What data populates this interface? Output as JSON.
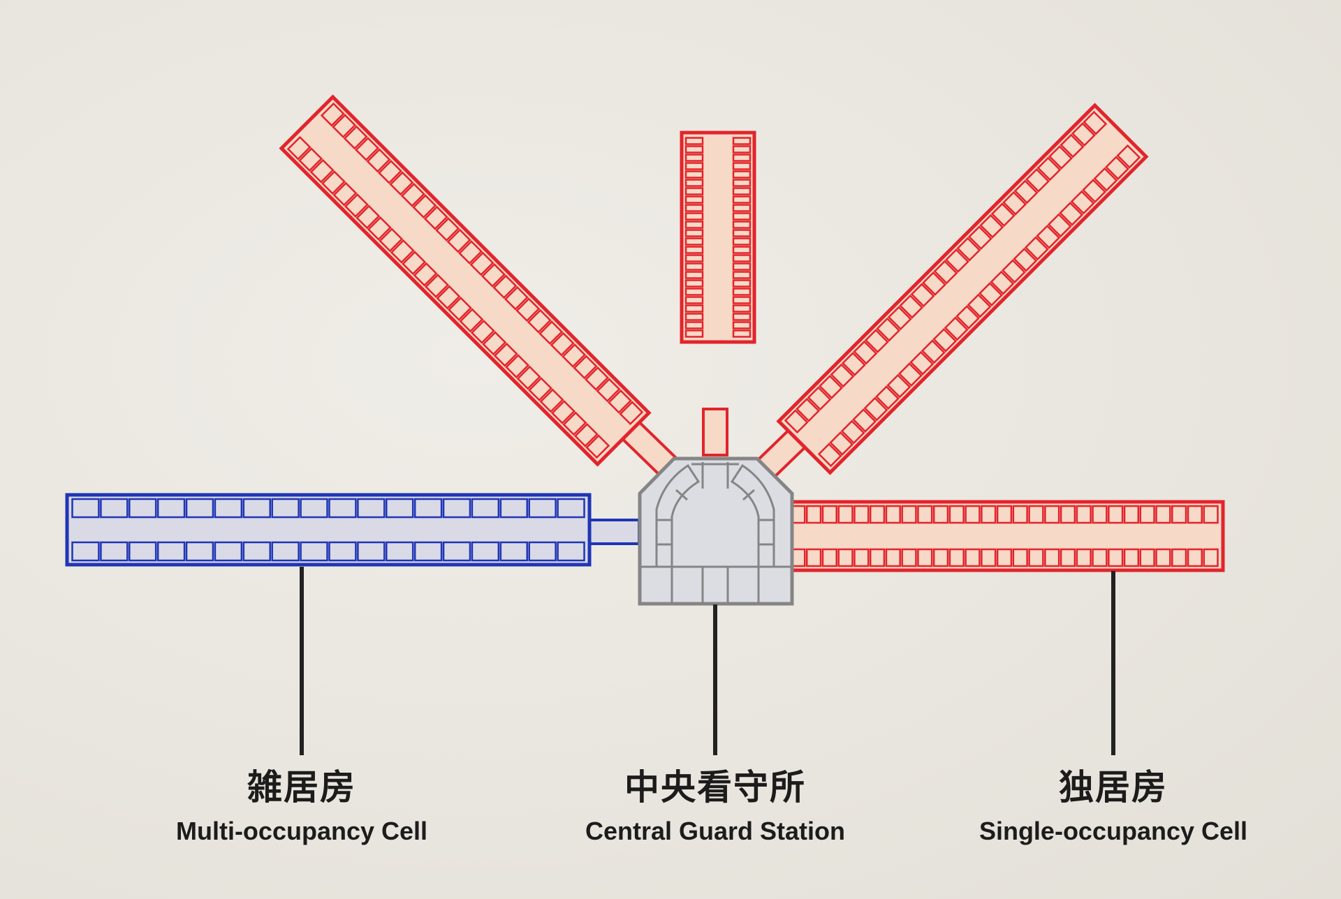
{
  "colors": {
    "background": "#ebe8e1",
    "single_cell_stroke": "#e2242b",
    "single_cell_fill": "#f7d9c8",
    "multi_cell_stroke": "#1f35b5",
    "multi_cell_fill": "#d9dae6",
    "station_stroke": "#858585",
    "station_fill": "#dcdde3",
    "leader_line": "#222222",
    "text": "#1c1c1c"
  },
  "labels": {
    "multi": {
      "ja": "雑居房",
      "en": "Multi-occupancy Cell"
    },
    "central": {
      "ja": "中央看守所",
      "en": "Central Guard Station"
    },
    "single": {
      "ja": "独居房",
      "en": "Single-occupancy Cell"
    }
  },
  "wings": [
    {
      "kind": "single",
      "direction": "north",
      "cells_per_side": 24
    },
    {
      "kind": "single",
      "direction": "northwest",
      "cells_per_side": 27
    },
    {
      "kind": "single",
      "direction": "northeast",
      "cells_per_side": 27
    },
    {
      "kind": "single",
      "direction": "east",
      "cells_per_side": 27
    },
    {
      "kind": "multi",
      "direction": "west",
      "cells_per_side": 18
    }
  ]
}
